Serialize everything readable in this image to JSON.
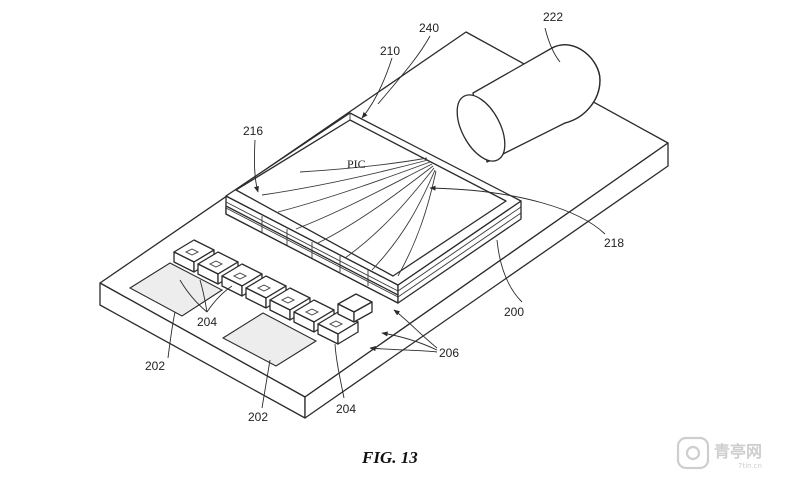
{
  "figure": {
    "caption": "FIG. 13",
    "pic_label": "PIC"
  },
  "labels": {
    "r240": "240",
    "r222": "222",
    "r210": "210",
    "r216": "216",
    "r218": "218",
    "r200": "200",
    "r206": "206",
    "r204a": "204",
    "r204b": "204",
    "r202a": "202",
    "r202b": "202"
  },
  "watermark": {
    "brand": "青亭网",
    "sub": "7tin.cn"
  },
  "colors": {
    "line": "#2b2b2b",
    "chip_fill": "#ededed",
    "watermark": "#c9c9c9"
  }
}
